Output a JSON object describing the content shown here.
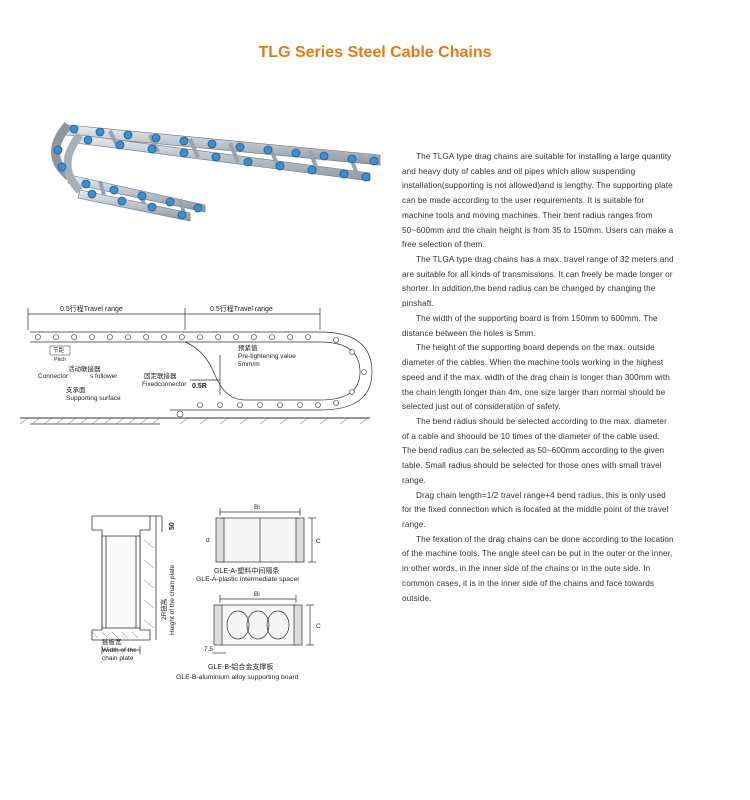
{
  "page": {
    "title": "TLG Series Steel Cable Chains"
  },
  "paragraphs": [
    "The TLGA type drag chains are suitable for installing a large quantity and heavy duty of cables and oil pipes which allow suspending installation(supporting is not allowed)and is lengthy.  The supporting plate can be made according to the user requirements.  It is suitable for machine tools and moving machines.  Their bent radius ranges from 50~600mm and the chain height is from 35 to 150mm.  Users can make a free selection of them.",
    "The TLGA type drag chains has a max. travel range of 32 meters and are suitable for all kinds of transmissions.  It can freely be made longer or shorter. In addition,the bend radius can be changed by changing the pinshaft.",
    "The width of the supporting board is from 150mm to 600mm. The distance between the holes is 5mm.",
    "The height of the supporting board depends on the max. outside diameter of the cables.  When the machine tools working in the highest speed and if the max. width of the drag chain is longer than 300mm with the chain length longer than 4m,  one size larger than normal should be selected just out of consideration of safety.",
    "The bend radius should be selected according to the max. diameter of a cable and shoould be 10 times of the diameter of the cable used.  The bend radius can be selected as 50~600mm according to the given table.  Small radius should be selected for those ones with small travel range.",
    "Drag chain length=1/2 travel range+4 bend radius,  this is only used for the fixed connection which is located at the middle point of the travel range.",
    "The fexation of the drag chains can be done according to the location of the machine tools.  The angle steel can be put in the outer or the inner,  in other words,  in the inner side of the chains or in the oute side.  In common cases,  it is in the inner side of the chains and face towards outside."
  ],
  "diagram_travel": {
    "travel_left": "0.5行程Travel range",
    "travel_right": "0.5行程Travel range",
    "fixed_label_cn": "节距",
    "fixed_label_p": "Pitch",
    "connector_cn": "活动联接器",
    "connector_en": "Connector",
    "follower": "s follower",
    "fixed_conn_cn": "固定联接器",
    "fixed_conn_en": "Fixedconnector",
    "support_cn": "支承面",
    "support_en": "Supporting surface",
    "pretension_cn": "预紧值",
    "pretension_en": "Pre-tightening value",
    "pretension_val": "5mm/m",
    "half_r": "0.5R"
  },
  "diagram_plate": {
    "dim_50": "50",
    "height_cn": "2R链高",
    "height_en": "Height of the chain plate",
    "width_cn": "链板宽",
    "width_en": "Width of the",
    "width_en2": "chain plate"
  },
  "diagram_spacer_a": {
    "bi": "Bi",
    "c": "C",
    "d": "d",
    "caption_cn": "GLE-A-塑料中间隔条",
    "caption_en": "GLE-A-plastic intermediate spacer"
  },
  "diagram_spacer_b": {
    "bi": "Bi",
    "c": "C",
    "dim": "7.5",
    "caption_cn": "GLE-B-铝合金支撑板",
    "caption_en": "GLE-B-aluminium alloy supporting board"
  }
}
